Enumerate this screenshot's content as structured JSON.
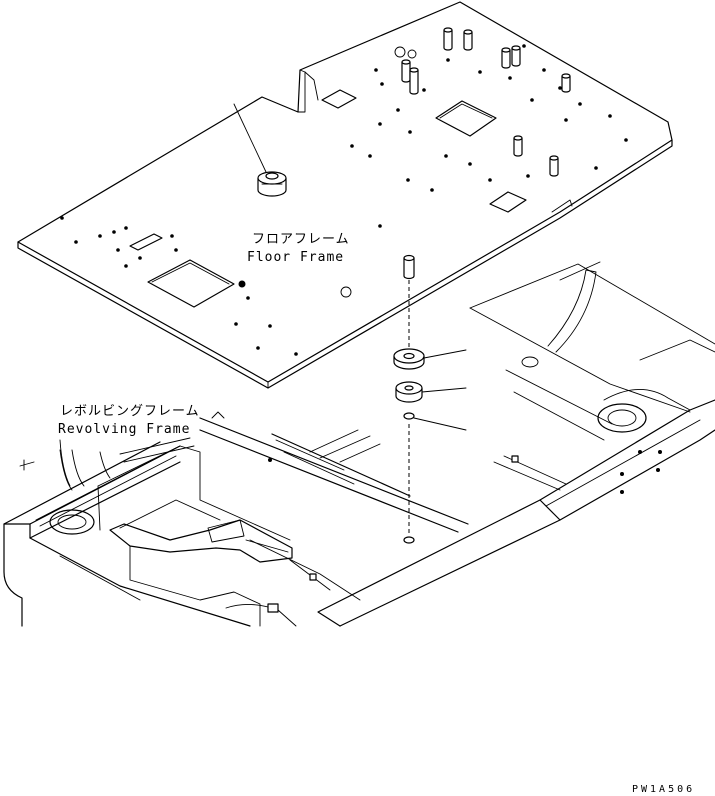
{
  "labels": {
    "floor_frame_jp": "フロアフレーム",
    "floor_frame_en": "Floor Frame",
    "revolving_frame_jp": "レボルビングフレーム",
    "revolving_frame_en": "Revolving Frame"
  },
  "drawing_code": "PW1A506"
}
